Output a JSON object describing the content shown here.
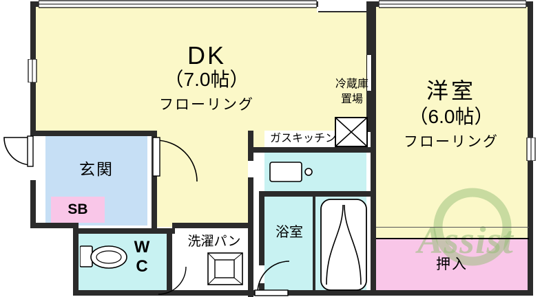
{
  "plan": {
    "title": "apartment-floor-plan",
    "rooms": [
      {
        "id": "dk",
        "name": "DK",
        "size": "（7.0帖）",
        "flooring": "フローリング"
      },
      {
        "id": "washitsu",
        "name": "洋室",
        "size": "（6.0帖）",
        "flooring": "フローリング"
      },
      {
        "id": "genkan",
        "name": "玄関"
      },
      {
        "id": "sb",
        "name": "SB"
      },
      {
        "id": "wc",
        "name": "W\nC"
      },
      {
        "id": "sentaku",
        "name": "洗濯パン"
      },
      {
        "id": "yokushitsu",
        "name": "浴室"
      },
      {
        "id": "oshiire",
        "name": "押入"
      },
      {
        "id": "reizouko",
        "name": "冷蔵庫\n置場"
      },
      {
        "id": "kitchen",
        "name": "ガスキッチン"
      }
    ],
    "colors": {
      "floor_yellow": "#fbf8c8",
      "water_blue": "#c8f2f2",
      "genkan_blue": "#c6dff5",
      "pink": "#f9c6e8",
      "wall_dark": "#2b2b2b",
      "line_black": "#000000",
      "watermark_green": "#96be78"
    }
  },
  "watermark": {
    "text": "Assist"
  }
}
